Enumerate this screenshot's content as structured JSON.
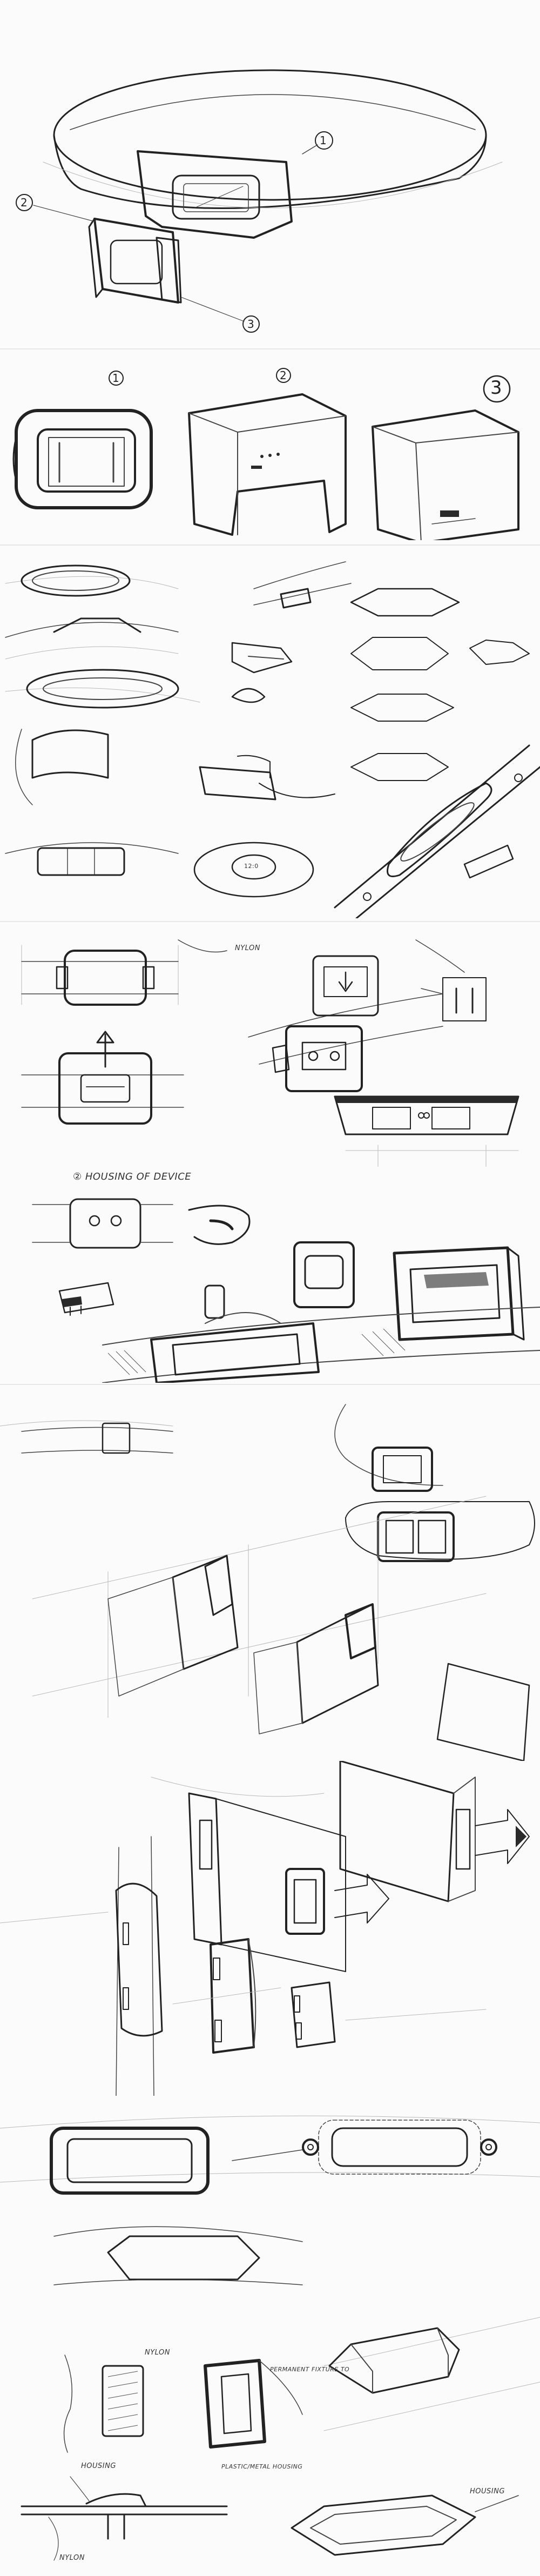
{
  "sketch_sheet": {
    "callouts": {
      "c1": "1",
      "c2": "2",
      "c3": "3",
      "v1": "1",
      "v2": "2",
      "v3": "3"
    },
    "screen_readout": "12:0",
    "notes": {
      "nylon_top": "NYLON",
      "housing_title": "② HOUSING OF DEVICE",
      "nylon_bottom": "NYLON",
      "permanent_fixture": "PERMANENT FIXTURE TO",
      "plastic_metal": "PLASTIC/METAL HOUSING",
      "housing_right": "HOUSING",
      "housing_bottom": "HOUSING",
      "nylon_strap": "NYLON"
    }
  }
}
